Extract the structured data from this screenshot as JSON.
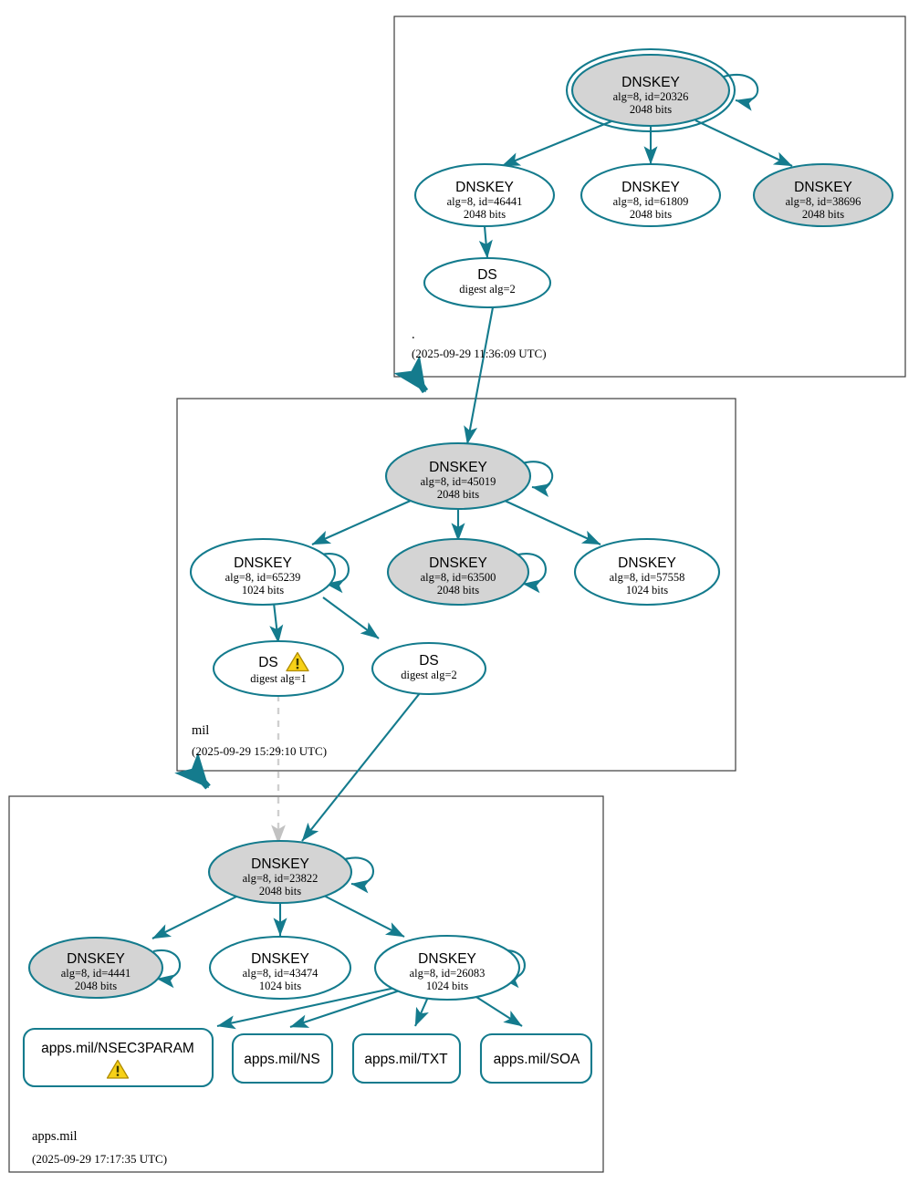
{
  "diagram": {
    "kind": "dnssec-authentication-chain",
    "colors": {
      "accent_teal": "#147b8d",
      "secure_key_fill": "#d4d4d4",
      "plain_fill": "#ffffff",
      "zone_border": "#3c3c3c",
      "dashed_edge": "#cfcfcf",
      "warning_yellow": "#f7d117"
    }
  },
  "zones": [
    {
      "id": "root",
      "label": ".",
      "date": "(2025-09-29 11:36:09 UTC)",
      "nodes": [
        {
          "id": "root-ksk-20326",
          "type": "DNSKEY",
          "title": "DNSKEY",
          "line2": "alg=8, id=20326",
          "line3": "2048 bits",
          "fill": "secure",
          "trust_anchor": true,
          "self_sign": true
        },
        {
          "id": "root-zsk-46441",
          "type": "DNSKEY",
          "title": "DNSKEY",
          "line2": "alg=8, id=46441",
          "line3": "2048 bits",
          "fill": "plain",
          "trust_anchor": false,
          "self_sign": false
        },
        {
          "id": "root-zsk-61809",
          "type": "DNSKEY",
          "title": "DNSKEY",
          "line2": "alg=8, id=61809",
          "line3": "2048 bits",
          "fill": "plain",
          "trust_anchor": false,
          "self_sign": false
        },
        {
          "id": "root-zsk-38696",
          "type": "DNSKEY",
          "title": "DNSKEY",
          "line2": "alg=8, id=38696",
          "line3": "2048 bits",
          "fill": "secure",
          "trust_anchor": false,
          "self_sign": false
        },
        {
          "id": "root-ds-2",
          "type": "DS",
          "title": "DS",
          "line2": "digest alg=2",
          "line3": "",
          "fill": "plain",
          "warning": false
        }
      ]
    },
    {
      "id": "mil",
      "label": "mil",
      "date": "(2025-09-29 15:29:10 UTC)",
      "nodes": [
        {
          "id": "mil-ksk-45019",
          "type": "DNSKEY",
          "title": "DNSKEY",
          "line2": "alg=8, id=45019",
          "line3": "2048 bits",
          "fill": "secure",
          "trust_anchor": false,
          "self_sign": true
        },
        {
          "id": "mil-zsk-65239",
          "type": "DNSKEY",
          "title": "DNSKEY",
          "line2": "alg=8, id=65239",
          "line3": "1024 bits",
          "fill": "plain",
          "trust_anchor": false,
          "self_sign": true
        },
        {
          "id": "mil-zsk-63500",
          "type": "DNSKEY",
          "title": "DNSKEY",
          "line2": "alg=8, id=63500",
          "line3": "2048 bits",
          "fill": "secure",
          "trust_anchor": false,
          "self_sign": true
        },
        {
          "id": "mil-zsk-57558",
          "type": "DNSKEY",
          "title": "DNSKEY",
          "line2": "alg=8, id=57558",
          "line3": "1024 bits",
          "fill": "plain",
          "trust_anchor": false,
          "self_sign": false
        },
        {
          "id": "mil-ds-1",
          "type": "DS",
          "title": "DS",
          "line2": "digest alg=1",
          "line3": "",
          "fill": "plain",
          "warning": true
        },
        {
          "id": "mil-ds-2",
          "type": "DS",
          "title": "DS",
          "line2": "digest alg=2",
          "line3": "",
          "fill": "plain",
          "warning": false
        }
      ]
    },
    {
      "id": "apps.mil",
      "label": "apps.mil",
      "date": "(2025-09-29 17:17:35 UTC)",
      "nodes": [
        {
          "id": "apps-ksk-23822",
          "type": "DNSKEY",
          "title": "DNSKEY",
          "line2": "alg=8, id=23822",
          "line3": "2048 bits",
          "fill": "secure",
          "trust_anchor": false,
          "self_sign": true
        },
        {
          "id": "apps-zsk-4441",
          "type": "DNSKEY",
          "title": "DNSKEY",
          "line2": "alg=8, id=4441",
          "line3": "2048 bits",
          "fill": "secure",
          "trust_anchor": false,
          "self_sign": true
        },
        {
          "id": "apps-zsk-43474",
          "type": "DNSKEY",
          "title": "DNSKEY",
          "line2": "alg=8, id=43474",
          "line3": "1024 bits",
          "fill": "plain",
          "trust_anchor": false,
          "self_sign": false
        },
        {
          "id": "apps-zsk-26083",
          "type": "DNSKEY",
          "title": "DNSKEY",
          "line2": "alg=8, id=26083",
          "line3": "1024 bits",
          "fill": "plain",
          "trust_anchor": false,
          "self_sign": true
        },
        {
          "id": "apps-nsec3param",
          "type": "RRset",
          "title": "apps.mil/NSEC3PARAM",
          "warning": true
        },
        {
          "id": "apps-ns",
          "type": "RRset",
          "title": "apps.mil/NS",
          "warning": false
        },
        {
          "id": "apps-txt",
          "type": "RRset",
          "title": "apps.mil/TXT",
          "warning": false
        },
        {
          "id": "apps-soa",
          "type": "RRset",
          "title": "apps.mil/SOA",
          "warning": false
        }
      ]
    }
  ],
  "labels": {
    "root_zone": ".",
    "root_date": "(2025-09-29 11:36:09 UTC)",
    "mil_zone": "mil",
    "mil_date": "(2025-09-29 15:29:10 UTC)",
    "apps_zone": "apps.mil",
    "apps_date": "(2025-09-29 17:17:35 UTC)",
    "n_root_ksk_t": "DNSKEY",
    "n_root_ksk_2": "alg=8, id=20326",
    "n_root_ksk_3": "2048 bits",
    "n_root_46441_t": "DNSKEY",
    "n_root_46441_2": "alg=8, id=46441",
    "n_root_46441_3": "2048 bits",
    "n_root_61809_t": "DNSKEY",
    "n_root_61809_2": "alg=8, id=61809",
    "n_root_61809_3": "2048 bits",
    "n_root_38696_t": "DNSKEY",
    "n_root_38696_2": "alg=8, id=38696",
    "n_root_38696_3": "2048 bits",
    "n_root_ds_t": "DS",
    "n_root_ds_2": "digest alg=2",
    "n_mil_ksk_t": "DNSKEY",
    "n_mil_ksk_2": "alg=8, id=45019",
    "n_mil_ksk_3": "2048 bits",
    "n_mil_65239_t": "DNSKEY",
    "n_mil_65239_2": "alg=8, id=65239",
    "n_mil_65239_3": "1024 bits",
    "n_mil_63500_t": "DNSKEY",
    "n_mil_63500_2": "alg=8, id=63500",
    "n_mil_63500_3": "2048 bits",
    "n_mil_57558_t": "DNSKEY",
    "n_mil_57558_2": "alg=8, id=57558",
    "n_mil_57558_3": "1024 bits",
    "n_mil_ds1_t": "DS",
    "n_mil_ds1_2": "digest alg=1",
    "n_mil_ds2_t": "DS",
    "n_mil_ds2_2": "digest alg=2",
    "n_apps_ksk_t": "DNSKEY",
    "n_apps_ksk_2": "alg=8, id=23822",
    "n_apps_ksk_3": "2048 bits",
    "n_apps_4441_t": "DNSKEY",
    "n_apps_4441_2": "alg=8, id=4441",
    "n_apps_4441_3": "2048 bits",
    "n_apps_43474_t": "DNSKEY",
    "n_apps_43474_2": "alg=8, id=43474",
    "n_apps_43474_3": "1024 bits",
    "n_apps_26083_t": "DNSKEY",
    "n_apps_26083_2": "alg=8, id=26083",
    "n_apps_26083_3": "1024 bits",
    "n_nsec3param": "apps.mil/NSEC3PARAM",
    "n_ns": "apps.mil/NS",
    "n_txt": "apps.mil/TXT",
    "n_soa": "apps.mil/SOA"
  }
}
